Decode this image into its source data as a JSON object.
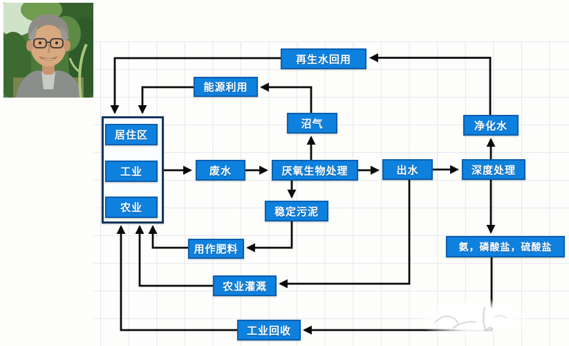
{
  "diagram": {
    "title_hint": "wastewater anaerobic treatment resource-reuse flowchart",
    "nodes": {
      "reuse": {
        "label": "再生水回用"
      },
      "energy": {
        "label": "能源利用"
      },
      "biogas": {
        "label": "沼气"
      },
      "purified": {
        "label": "净化水"
      },
      "residential": {
        "label": "居住区"
      },
      "industry": {
        "label": "工业"
      },
      "agriculture": {
        "label": "农业"
      },
      "wastewater": {
        "label": "废水"
      },
      "anaerobic": {
        "label": "厌氧生物处理"
      },
      "effluent": {
        "label": "出水"
      },
      "advanced": {
        "label": "深度处理"
      },
      "sludge": {
        "label": "稳定污泥"
      },
      "fertilizer": {
        "label": "用作肥料"
      },
      "nutrients": {
        "label": "氨，磷酸盐，硫酸盐"
      },
      "irrigation": {
        "label": "农业灌溉"
      },
      "recovery": {
        "label": "工业回收"
      }
    },
    "edges": [
      {
        "from": "sources-group",
        "to": "wastewater"
      },
      {
        "from": "wastewater",
        "to": "anaerobic"
      },
      {
        "from": "anaerobic",
        "to": "effluent"
      },
      {
        "from": "effluent",
        "to": "advanced"
      },
      {
        "from": "advanced",
        "to": "purified"
      },
      {
        "from": "purified",
        "to": "reuse"
      },
      {
        "from": "reuse",
        "to": "sources-group"
      },
      {
        "from": "energy",
        "to": "sources-group"
      },
      {
        "from": "biogas",
        "to": "energy"
      },
      {
        "from": "anaerobic",
        "to": "biogas"
      },
      {
        "from": "anaerobic",
        "to": "sludge"
      },
      {
        "from": "sludge",
        "to": "fertilizer"
      },
      {
        "from": "fertilizer",
        "to": "sources-group"
      },
      {
        "from": "irrigation",
        "to": "sources-group"
      },
      {
        "from": "recovery",
        "to": "sources-group"
      },
      {
        "from": "effluent",
        "to": "irrigation"
      },
      {
        "from": "nutrients",
        "to": "recovery"
      },
      {
        "from": "advanced",
        "to": "nutrients"
      }
    ],
    "colors": {
      "node_fill": "#0e81de",
      "node_border": "#0b5fae",
      "group_border": "#14365f",
      "arrow": "#0a0a0a",
      "grid_line": "#e4e6ee",
      "text": "#ffffff"
    }
  },
  "photo": {
    "description": "portrait of a gray-haired man with glasses outdoors"
  }
}
